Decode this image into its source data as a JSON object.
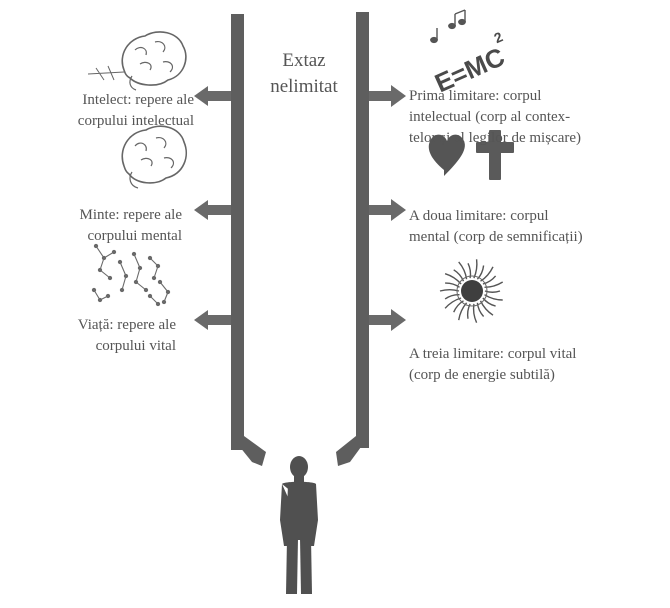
{
  "center": {
    "line1": "Extaz",
    "line2": "nelimitat"
  },
  "left_labels": [
    {
      "line1": "Intelect: repere ale",
      "line2": "corpului intelectual"
    },
    {
      "line1": "Minte: repere ale",
      "line2": "corpului mental"
    },
    {
      "line1": "Viață: repere ale",
      "line2": "corpului vital"
    }
  ],
  "right_labels": [
    {
      "line1": "Prima limitare: corpul",
      "line2": "intelectual (corp al contex-",
      "line3": "telor și al legilor de mișcare)"
    },
    {
      "line1": "A doua limitare: corpul",
      "line2": "mental (corp de semnificații)"
    },
    {
      "line1": "A treia limitare: corpul vital",
      "line2": "(corp de energie subtilă)"
    }
  ],
  "formula": {
    "text": "E=MC",
    "exponent": "2"
  },
  "icons": [
    "brain-icon",
    "brain-icon",
    "constellation-icon",
    "music-notes-icon",
    "heart-icon",
    "cross-icon",
    "sun-icon",
    "person-icon"
  ],
  "colors": {
    "column": "#5e5e5e",
    "arrow": "#6a6a6a",
    "text": "#555555"
  }
}
